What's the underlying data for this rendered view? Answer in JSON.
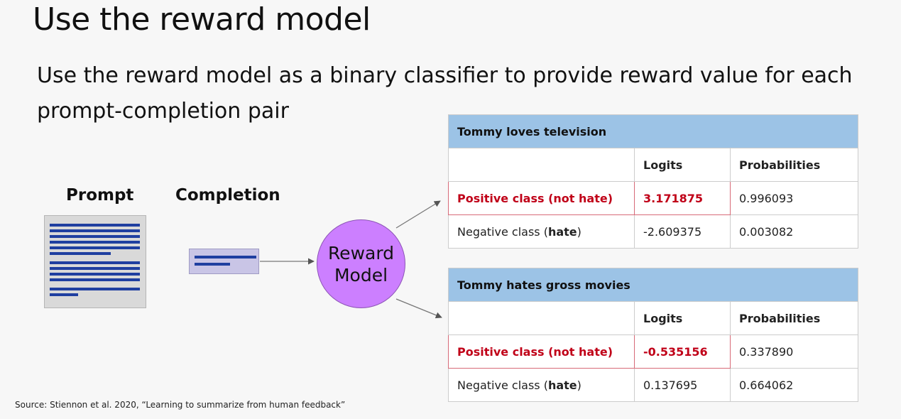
{
  "title": "Use the reward model",
  "subtitle": "Use the reward model as a binary classifier to provide reward value for each prompt-completion pair",
  "diagram": {
    "prompt_label": "Prompt",
    "completion_label": "Completion",
    "reward_model_label": "Reward Model"
  },
  "table1": {
    "title": "Tommy loves television",
    "col_logits": "Logits",
    "col_probabilities": "Probabilities",
    "positive_label": "Positive class (not hate)",
    "positive_logit": "3.171875",
    "positive_prob": "0.996093",
    "negative_label_prefix": "Negative class (",
    "negative_label_bold": "hate",
    "negative_label_suffix": ")",
    "negative_logit": "-2.609375",
    "negative_prob": "0.003082"
  },
  "table2": {
    "title": "Tommy hates gross movies",
    "col_logits": "Logits",
    "col_probabilities": "Probabilities",
    "positive_label": "Positive class (not hate)",
    "positive_logit": "-0.535156",
    "positive_prob": "0.337890",
    "negative_label_prefix": "Negative class (",
    "negative_label_bold": "hate",
    "negative_label_suffix": ")",
    "negative_logit": "0.137695",
    "negative_prob": "0.664062"
  },
  "source": "Source: Stiennon et al. 2020, “Learning to summarize from human feedback”",
  "colors": {
    "table_header": "#9cc3e6",
    "highlight_text": "#c00018",
    "reward_model_fill": "#cc7fff",
    "text_lines": "#1f3fa0",
    "completion_fill": "#c9c5e6"
  }
}
